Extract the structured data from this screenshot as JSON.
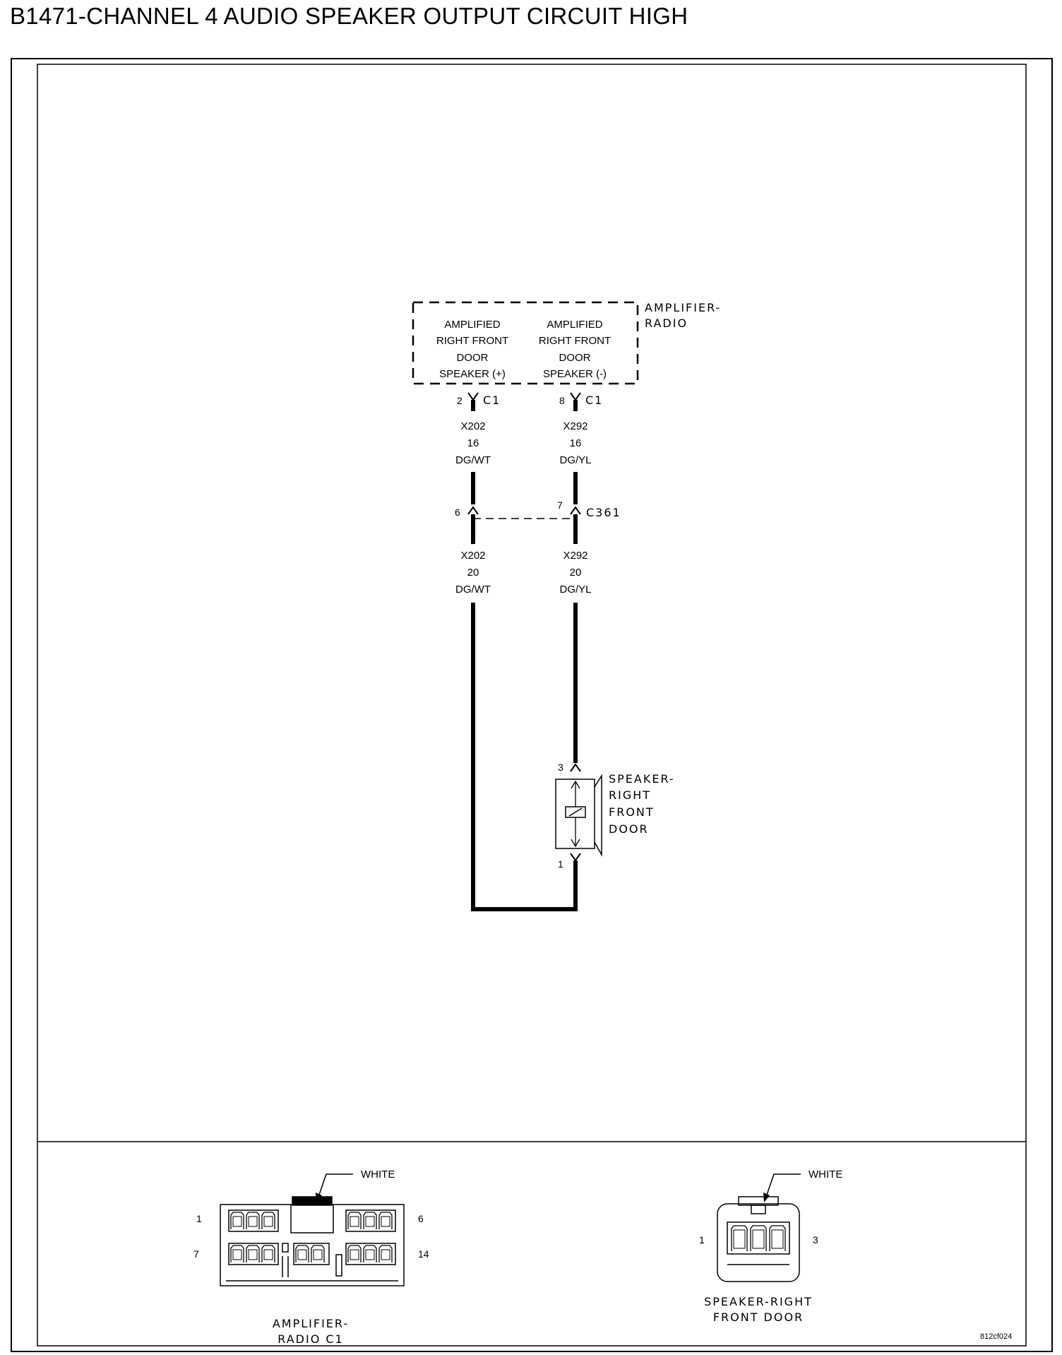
{
  "title": "B1471-CHANNEL 4 AUDIO SPEAKER OUTPUT CIRCUIT HIGH",
  "module": {
    "name_line1": "AMPLIFIER-",
    "name_line2": "RADIO",
    "pin_plus": {
      "lines": [
        "AMPLIFIED",
        "RIGHT FRONT",
        "DOOR",
        "SPEAKER (+)"
      ],
      "pin": "2",
      "connector": "C1"
    },
    "pin_minus": {
      "lines": [
        "AMPLIFIED",
        "RIGHT FRONT",
        "DOOR",
        "SPEAKER (-)"
      ],
      "pin": "8",
      "connector": "C1"
    }
  },
  "wires": {
    "plus_upper": [
      "X202",
      "16",
      "DG/WT"
    ],
    "minus_upper": [
      "X292",
      "16",
      "DG/YL"
    ],
    "plus_lower": [
      "X202",
      "20",
      "DG/WT"
    ],
    "minus_lower": [
      "X292",
      "20",
      "DG/YL"
    ]
  },
  "inline_connector": {
    "name": "C361",
    "pin_plus": "6",
    "pin_minus": "7"
  },
  "speaker": {
    "name_lines": [
      "SPEAKER-",
      "RIGHT",
      "FRONT",
      "DOOR"
    ],
    "pin_top": "3",
    "pin_bottom": "1"
  },
  "connector_views": {
    "amplifier": {
      "color_label": "WHITE",
      "pin_top_left": "1",
      "pin_top_right": "6",
      "pin_bottom_left": "7",
      "pin_bottom_right": "14",
      "name_line1": "AMPLIFIER-",
      "name_line2": "RADIO C1"
    },
    "speaker": {
      "color_label": "WHITE",
      "pin_left": "1",
      "pin_right": "3",
      "name_line1": "SPEAKER-RIGHT",
      "name_line2": "FRONT DOOR"
    }
  },
  "figure_code": "812cf024"
}
